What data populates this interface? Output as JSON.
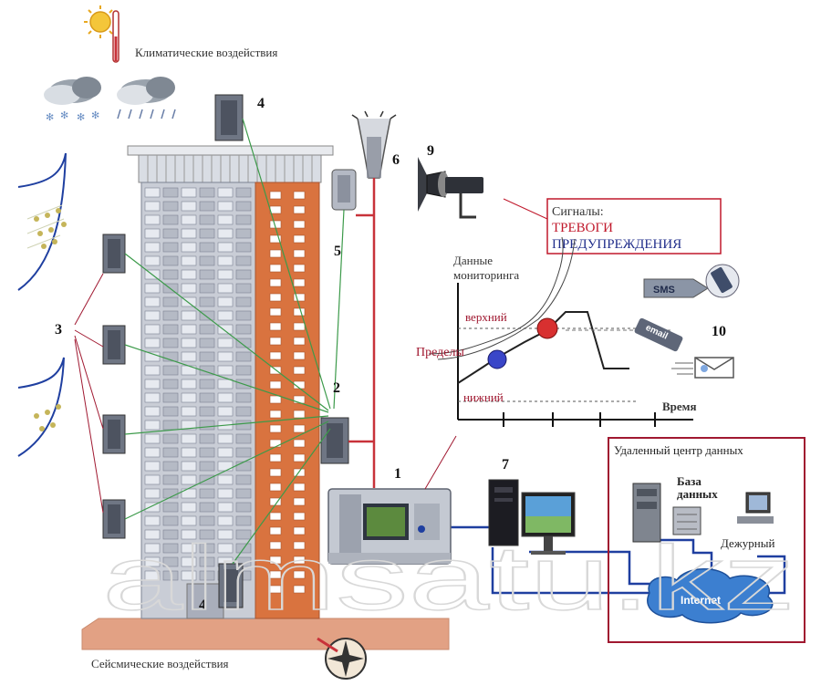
{
  "labels": {
    "climate": "Климатические воздействия",
    "seismic": "Сейсмические воздействия",
    "signals_title": "Сигналы:",
    "alarm": "ТРЕВОГИ",
    "warning": "ПРЕДУПРЕЖДЕНИЯ",
    "monitoring_line1": "Данные",
    "monitoring_line2": "мониторинга",
    "upper": "верхний",
    "lower": "нижний",
    "limits": "Пределы",
    "time": "Время",
    "remote_center": "Удаленный центр данных",
    "database_line1": "База",
    "database_line2": "данных",
    "operator": "Дежурный",
    "internet": "Internet",
    "sms": "SMS",
    "email": "email",
    "watermark": "almsatu.kz"
  },
  "numbers": {
    "n1": "1",
    "n2": "2",
    "n3": "3",
    "n4_top": "4",
    "n4_bottom": "4",
    "n5": "5",
    "n6": "6",
    "n7": "7",
    "n9": "9",
    "n10": "10"
  },
  "colors": {
    "building_orange": "#d9733f",
    "building_gray": "#c9cdd6",
    "base_salmon": "#e2a184",
    "cable_red": "#c8323a",
    "cable_blue": "#1f3fa0",
    "green_link": "#3c9a4a",
    "alarm_red": "#c0182b",
    "warning_blue": "#23308c",
    "internet_blue": "#3c7fd0"
  }
}
